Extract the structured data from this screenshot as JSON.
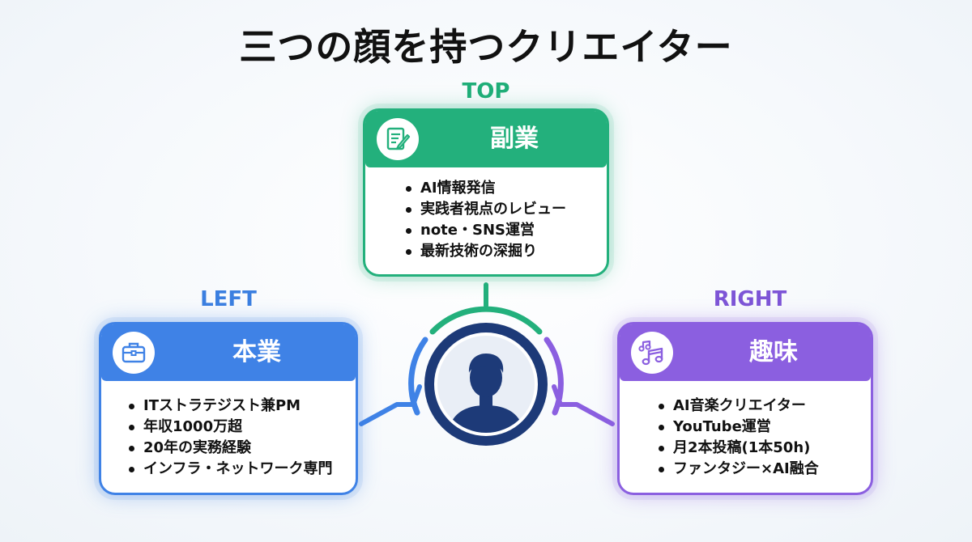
{
  "title": "三つの顔を持つクリエイター",
  "positions": {
    "top": "TOP",
    "left": "LEFT",
    "right": "RIGHT"
  },
  "colors": {
    "top": "#23b07c",
    "left": "#3f82e6",
    "right": "#8b5fe0",
    "avatar": "#1d3a78"
  },
  "cards": {
    "top": {
      "title": "副業",
      "icon": "document-pen-icon",
      "items": [
        "AI情報発信",
        "実践者視点のレビュー",
        "note・SNS運営",
        "最新技術の深掘り"
      ]
    },
    "left": {
      "title": "本業",
      "icon": "briefcase-icon",
      "items": [
        "ITストラテジスト兼PM",
        "年収1000万超",
        "20年の実務経験",
        "インフラ・ネットワーク専門"
      ]
    },
    "right": {
      "title": "趣味",
      "icon": "music-note-icon",
      "items": [
        "AI音楽クリエイター",
        "YouTube運営",
        "月2本投稿(1本50h)",
        "ファンタジー×AI融合"
      ]
    }
  },
  "center": {
    "icon": "person-avatar-icon"
  }
}
